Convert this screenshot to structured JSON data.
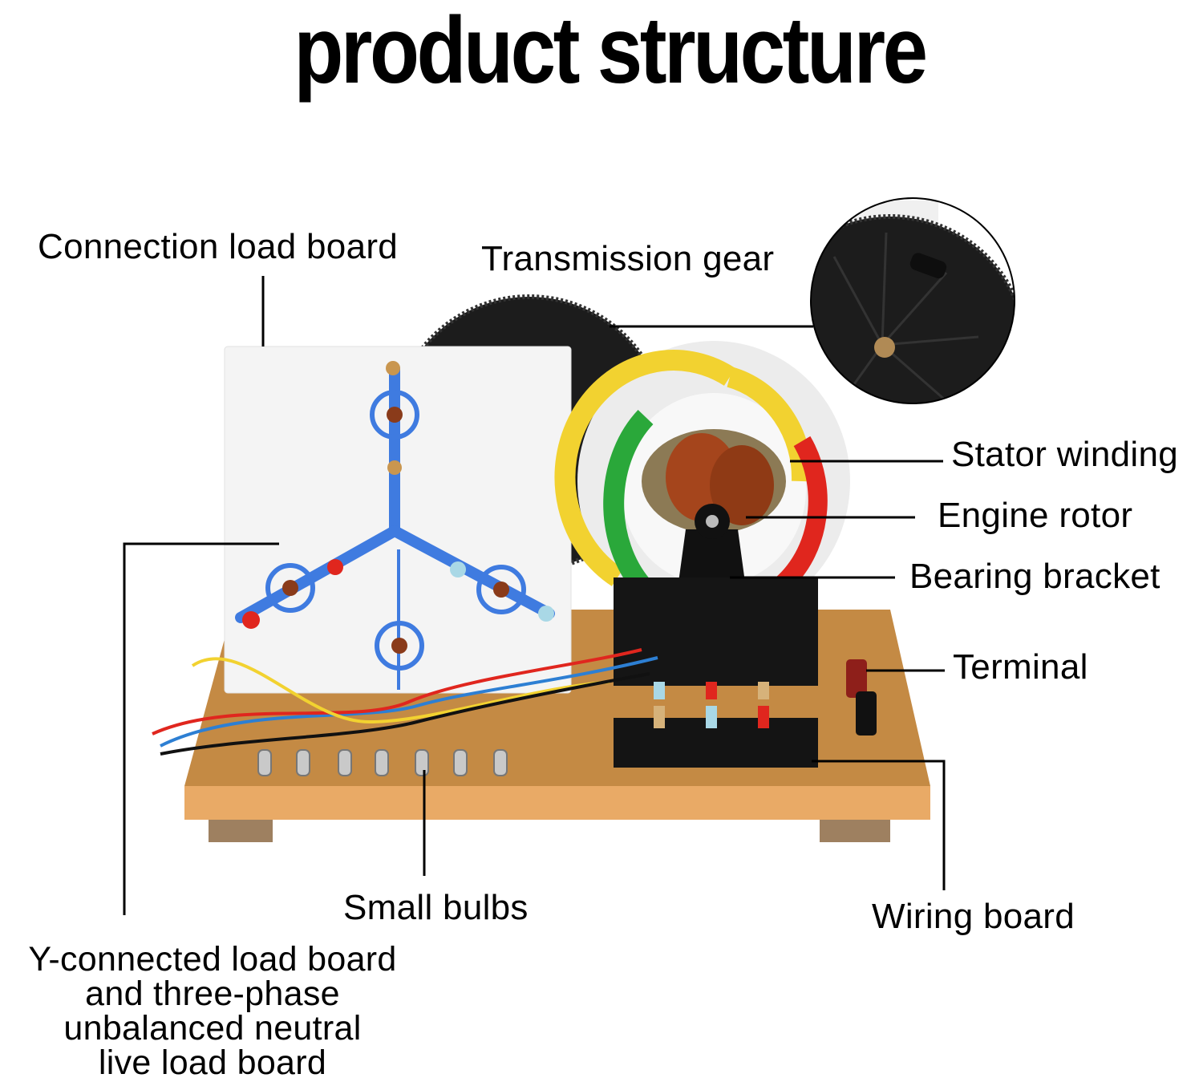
{
  "title": "product structure",
  "labels": {
    "connection_load_board": "Connection load board",
    "transmission_gear": "Transmission gear",
    "stator_winding": "Stator winding",
    "engine_rotor": "Engine rotor",
    "bearing_bracket": "Bearing bracket",
    "terminal": "Terminal",
    "small_bulbs": "Small bulbs",
    "wiring_board": "Wiring board",
    "y_connected_load_board": "Y-connected load board\nand three-phase\nunbalanced neutral\nlive load board"
  },
  "colors": {
    "board_wood": "#c98d45",
    "board_edge": "#e7a865",
    "feet": "#9e8060",
    "panel_white": "#f4f4f4",
    "circuit_blue": "#3f7be0",
    "gear_black": "#1c1c1c",
    "housing_white": "#eeeeee",
    "winding_yellow": "#f2d230",
    "winding_green": "#2aa83a",
    "winding_red": "#e0261e",
    "copper_coil": "#a5451c",
    "line": "#000000"
  }
}
